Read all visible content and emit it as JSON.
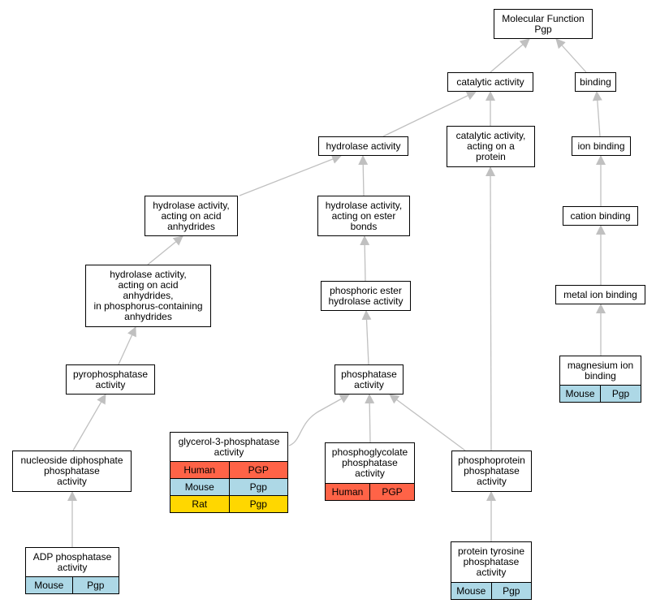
{
  "colors": {
    "edge": "#c0c0c0",
    "human": "#ff6347",
    "mouse": "#add8e6",
    "rat": "#ffd700"
  },
  "nodes": {
    "mf_root": {
      "label": "Molecular Function\nPgp"
    },
    "catalytic": {
      "label": "catalytic activity"
    },
    "binding": {
      "label": "binding"
    },
    "hydrolase": {
      "label": "hydrolase activity"
    },
    "cat_protein": {
      "label": "catalytic activity,\nacting on a\nprotein"
    },
    "ion_binding": {
      "label": "ion binding"
    },
    "hyd_acid": {
      "label": "hydrolase activity,\nacting on acid\nanhydrides"
    },
    "hyd_ester": {
      "label": "hydrolase activity,\nacting on ester\nbonds"
    },
    "cation_binding": {
      "label": "cation binding"
    },
    "hyd_phos": {
      "label": "hydrolase activity,\nacting on acid\nanhydrides,\nin phosphorus-containing\nanhydrides"
    },
    "phos_ester": {
      "label": "phosphoric ester\nhydrolase activity"
    },
    "metal_ion": {
      "label": "metal ion binding"
    },
    "pyro": {
      "label": "pyrophosphatase\nactivity"
    },
    "phosphatase": {
      "label": "phosphatase\nactivity"
    },
    "magnesium": {
      "label": "magnesium ion\nbinding",
      "rows": [
        {
          "species": "Mouse",
          "gene": "Pgp",
          "color": "mouse"
        }
      ]
    },
    "glycerol": {
      "label": "glycerol-3-phosphatase\nactivity",
      "rows": [
        {
          "species": "Human",
          "gene": "PGP",
          "color": "human"
        },
        {
          "species": "Mouse",
          "gene": "Pgp",
          "color": "mouse"
        },
        {
          "species": "Rat",
          "gene": "Pgp",
          "color": "rat"
        }
      ]
    },
    "phosphoglycolate": {
      "label": "phosphoglycolate\nphosphatase\nactivity",
      "rows": [
        {
          "species": "Human",
          "gene": "PGP",
          "color": "human"
        }
      ]
    },
    "nucleoside": {
      "label": "nucleoside diphosphate\nphosphatase\nactivity"
    },
    "phosphoprotein": {
      "label": "phosphoprotein\nphosphatase\nactivity"
    },
    "adp": {
      "label": "ADP phosphatase\nactivity",
      "rows": [
        {
          "species": "Mouse",
          "gene": "Pgp",
          "color": "mouse"
        }
      ]
    },
    "tyrosine": {
      "label": "protein tyrosine\nphosphatase\nactivity",
      "rows": [
        {
          "species": "Mouse",
          "gene": "Pgp",
          "color": "mouse"
        }
      ]
    }
  },
  "edges": [
    {
      "from": "catalytic",
      "to": "mf_root"
    },
    {
      "from": "binding",
      "to": "mf_root"
    },
    {
      "from": "hydrolase",
      "to": "catalytic"
    },
    {
      "from": "cat_protein",
      "to": "catalytic"
    },
    {
      "from": "ion_binding",
      "to": "binding"
    },
    {
      "from": "hyd_acid",
      "to": "hydrolase"
    },
    {
      "from": "hyd_ester",
      "to": "hydrolase"
    },
    {
      "from": "cation_binding",
      "to": "ion_binding"
    },
    {
      "from": "hyd_phos",
      "to": "hyd_acid"
    },
    {
      "from": "phos_ester",
      "to": "hyd_ester"
    },
    {
      "from": "metal_ion",
      "to": "cation_binding"
    },
    {
      "from": "pyro",
      "to": "hyd_phos"
    },
    {
      "from": "phosphatase",
      "to": "phos_ester"
    },
    {
      "from": "magnesium",
      "to": "metal_ion"
    },
    {
      "from": "glycerol",
      "to": "phosphatase"
    },
    {
      "from": "phosphoglycolate",
      "to": "phosphatase"
    },
    {
      "from": "phosphoprotein",
      "to": "phosphatase"
    },
    {
      "from": "phosphoprotein",
      "to": "cat_protein"
    },
    {
      "from": "nucleoside",
      "to": "pyro"
    },
    {
      "from": "adp",
      "to": "nucleoside"
    },
    {
      "from": "tyrosine",
      "to": "phosphoprotein"
    }
  ]
}
